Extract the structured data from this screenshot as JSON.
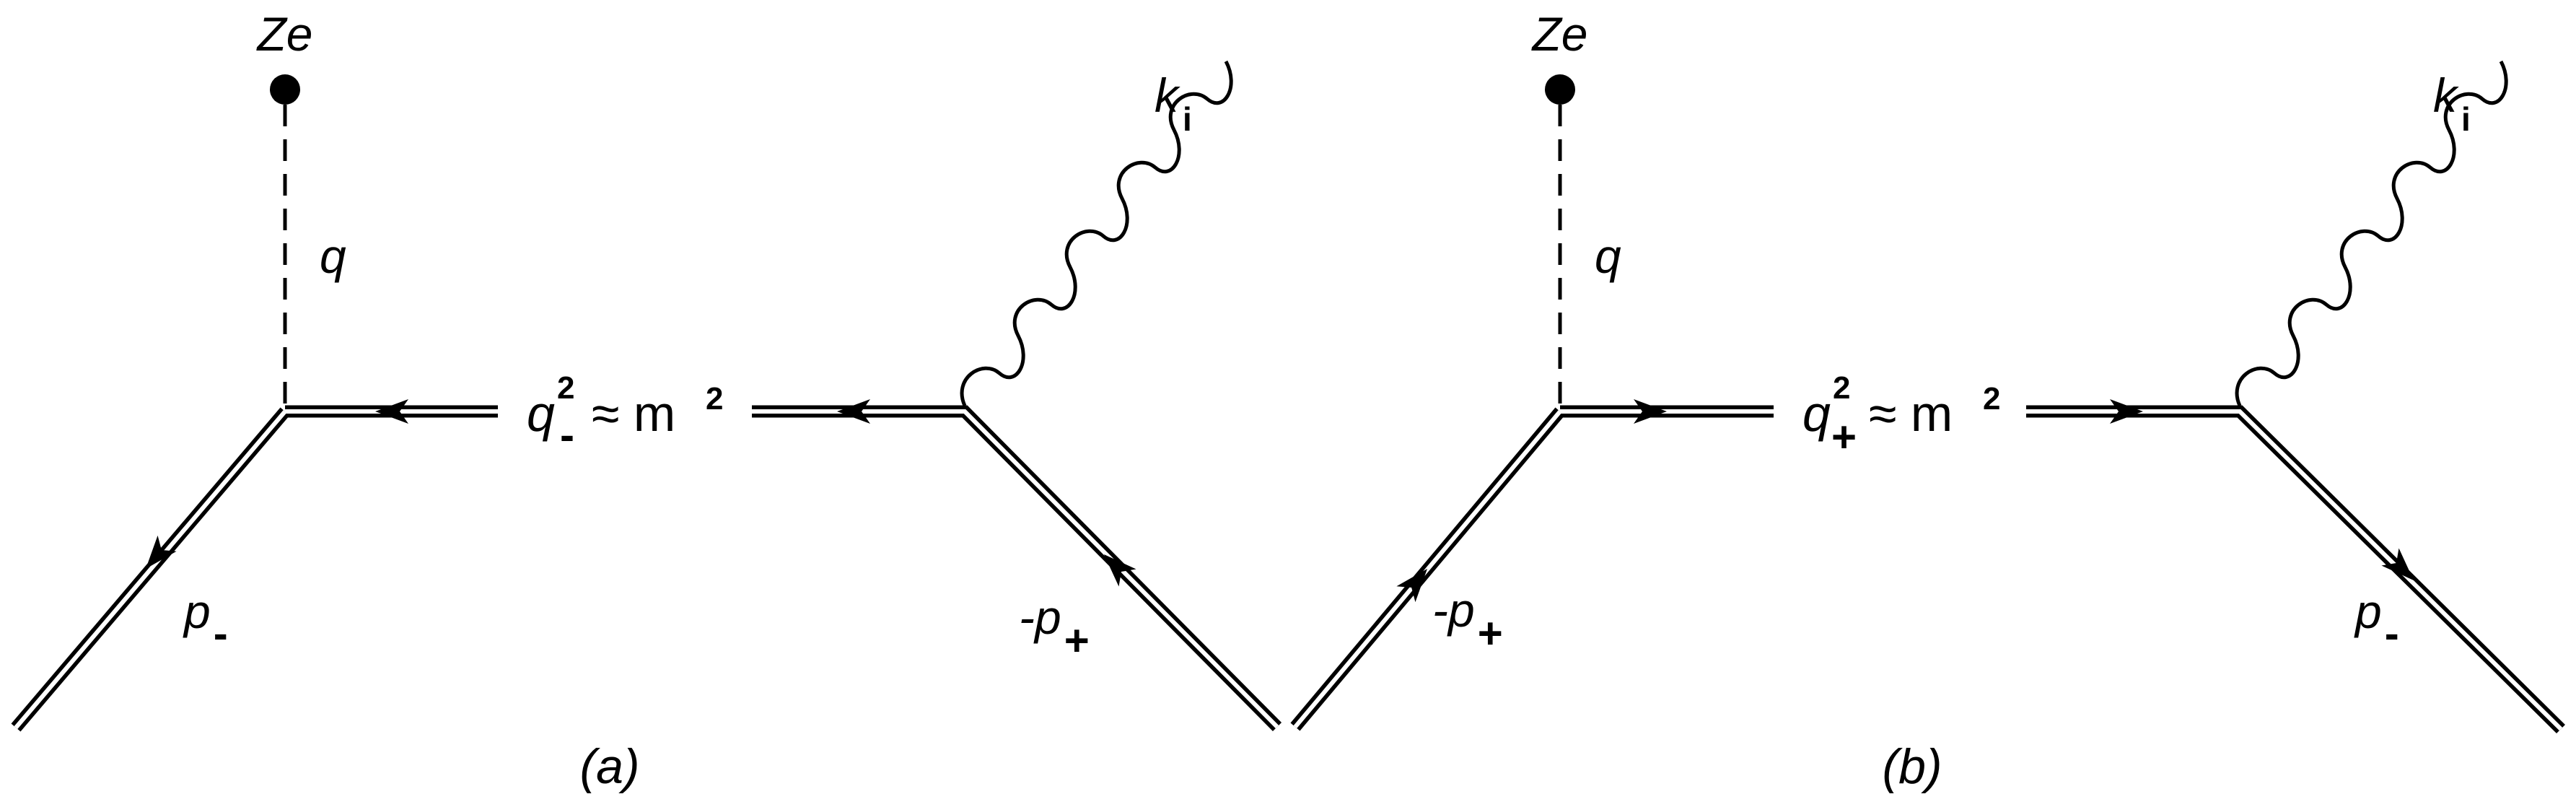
{
  "colors": {
    "line": "#000000",
    "background": "#ffffff"
  },
  "diagram_a": {
    "nucleus_label": "Ze",
    "exchange_label": "q",
    "photon_label_base": "k",
    "photon_label_sub": "i",
    "propagator_label_base": "q",
    "propagator_label_sup": "2",
    "propagator_label_sub": "-",
    "propagator_relation": "≈ m",
    "propagator_relation_sup": "2",
    "incoming_label_base": "p",
    "incoming_label_sub": "-",
    "outgoing_label_base": "-p",
    "outgoing_label_sub": "+",
    "caption": "(a)"
  },
  "diagram_b": {
    "nucleus_label": "Ze",
    "exchange_label": "q",
    "photon_label_base": "k",
    "photon_label_sub": "i",
    "propagator_label_base": "q",
    "propagator_label_sup": "2",
    "propagator_label_sub": "+",
    "propagator_relation": "≈ m",
    "propagator_relation_sup": "2",
    "incoming_label_base": "-p",
    "incoming_label_sub": "+",
    "outgoing_label_base": "p",
    "outgoing_label_sub": "-",
    "caption": "(b)"
  }
}
